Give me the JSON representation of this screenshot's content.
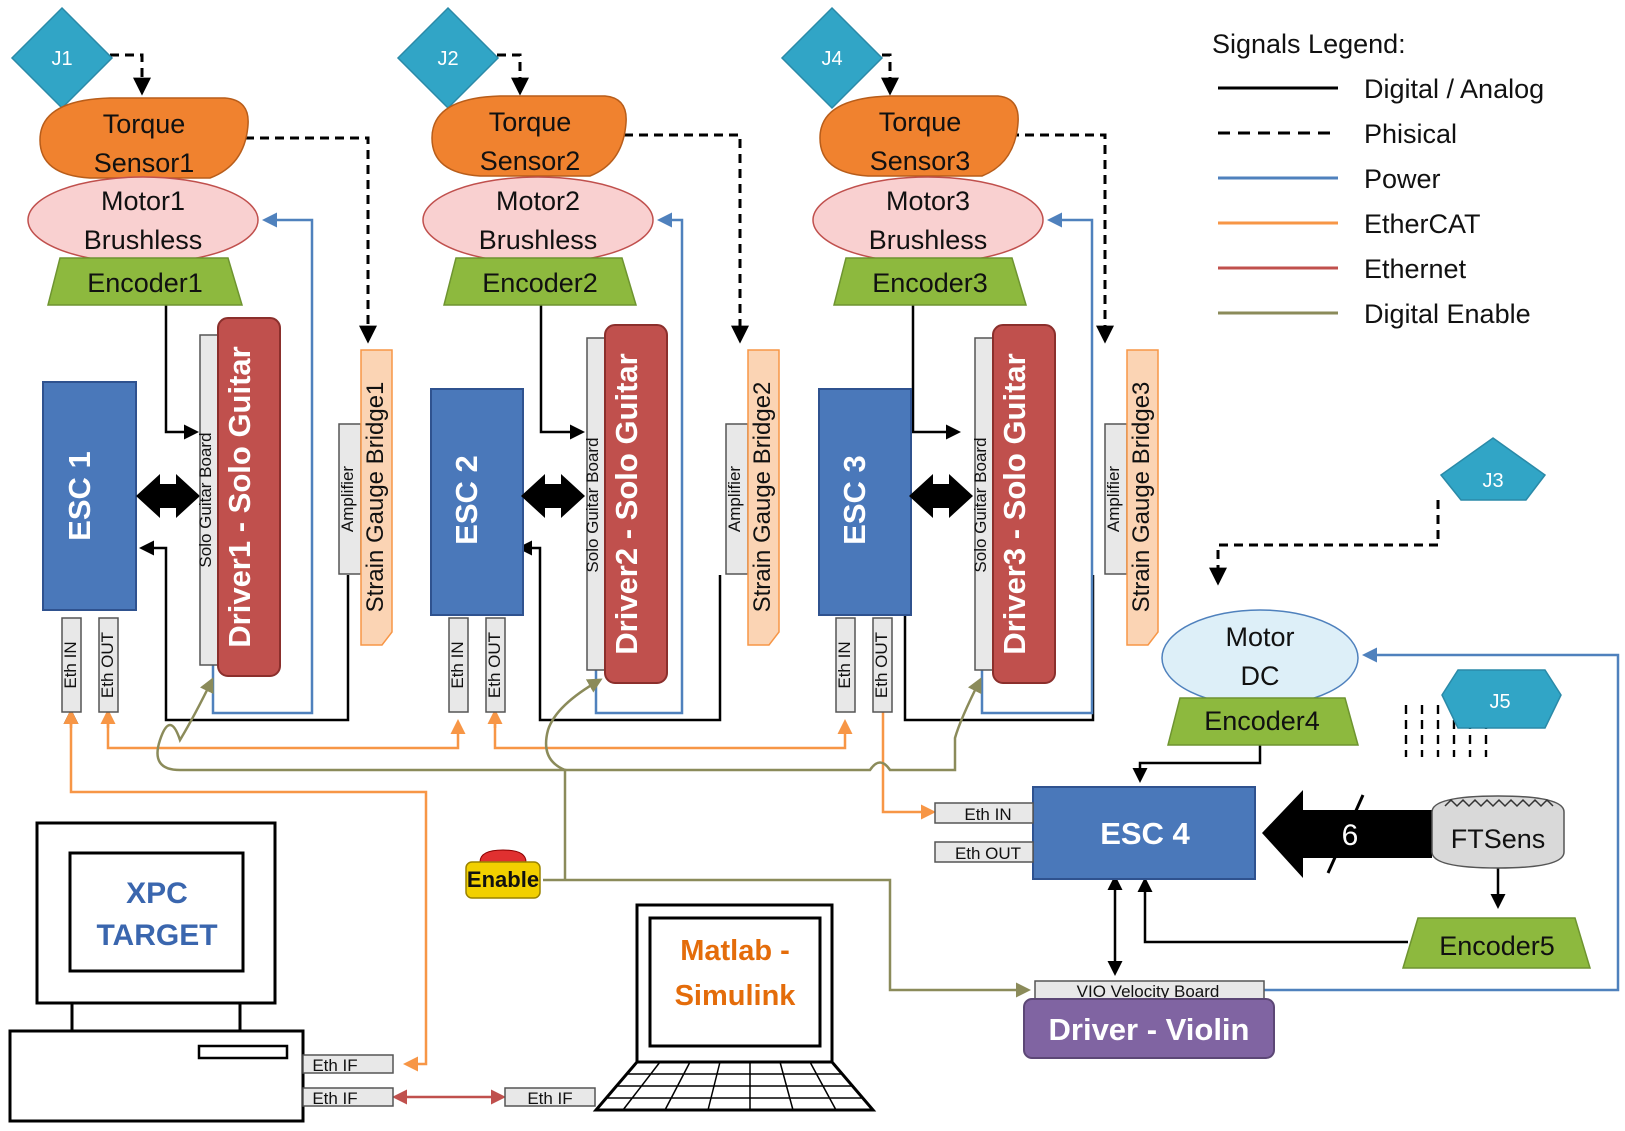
{
  "joints": {
    "j1": "J1",
    "j2": "J2",
    "j4": "J4",
    "j3": "J3",
    "j5": "J5"
  },
  "units": [
    {
      "torque": [
        "Torque",
        "Sensor1"
      ],
      "motor": [
        "Motor1",
        "Brushless"
      ],
      "encoder": "Encoder1",
      "esc": "ESC 1",
      "driver": "Driver1 - Solo Guitar",
      "board": "Solo Guitar Board",
      "amplifier": "Amplifier",
      "strain": "Strain Gauge Bridge1",
      "eth_in": "Eth IN",
      "eth_out": "Eth OUT"
    },
    {
      "torque": [
        "Torque",
        "Sensor2"
      ],
      "motor": [
        "Motor2",
        "Brushless"
      ],
      "encoder": "Encoder2",
      "esc": "ESC 2",
      "driver": "Driver2 - Solo Guitar",
      "board": "Solo Guitar Board",
      "amplifier": "Amplifier",
      "strain": "Strain Gauge Bridge2",
      "eth_in": "Eth IN",
      "eth_out": "Eth OUT"
    },
    {
      "torque": [
        "Torque",
        "Sensor3"
      ],
      "motor": [
        "Motor3",
        "Brushless"
      ],
      "encoder": "Encoder3",
      "esc": "ESC 3",
      "driver": "Driver3 - Solo Guitar",
      "board": "Solo Guitar Board",
      "amplifier": "Amplifier",
      "strain": "Strain Gauge Bridge3",
      "eth_in": "Eth IN",
      "eth_out": "Eth OUT"
    }
  ],
  "legend": {
    "title": "Signals Legend:",
    "items": [
      {
        "label": "Digital / Analog",
        "color": "#000000",
        "dashed": false
      },
      {
        "label": "Phisical",
        "color": "#000000",
        "dashed": true
      },
      {
        "label": "Power",
        "color": "#4F81BD",
        "dashed": false
      },
      {
        "label": "EtherCAT",
        "color": "#F79646",
        "dashed": false
      },
      {
        "label": "Ethernet",
        "color": "#C0504D",
        "dashed": false
      },
      {
        "label": "Digital Enable",
        "color": "#8B8B5A",
        "dashed": false
      }
    ]
  },
  "motor_dc": [
    "Motor",
    "DC"
  ],
  "encoder4": "Encoder4",
  "encoder5": "Encoder5",
  "esc4": "ESC 4",
  "esc4_eth_in": "Eth IN",
  "esc4_eth_out": "Eth OUT",
  "ftsens": "FTSens",
  "bus_width": "6",
  "vio_board": "VIO Velocity Board",
  "driver_violin": "Driver - Violin",
  "enable": "Enable",
  "xpc": [
    "XPC",
    "TARGET"
  ],
  "xpc_eth1": "Eth IF",
  "xpc_eth2": "Eth IF",
  "laptop_eth": "Eth IF",
  "matlab": [
    "Matlab -",
    "Simulink"
  ],
  "colors": {
    "joint": "#31A5C6",
    "torque": "#F0822F",
    "motor": "#F9D0D0",
    "encoder": "#8DB93E",
    "esc": "#4A78BA",
    "driver": "#C0504D",
    "strain": "#FBD4B4",
    "motor_dc": "#DDEFF8",
    "violin": "#8064A2",
    "matlab_text": "#E46C0A",
    "xpc_text": "#3A66AE"
  }
}
